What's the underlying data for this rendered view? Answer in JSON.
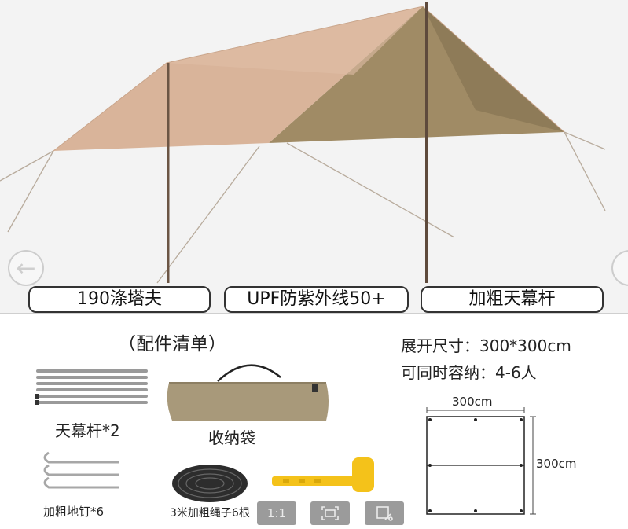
{
  "hero": {
    "image_name": "tarp-canopy-photo",
    "features": [
      "190涤塔夫",
      "UPF防紫外线50+",
      "加粗天幕杆"
    ]
  },
  "navigation": {
    "prev_icon": "left-arrow-icon",
    "next_icon": "right-arrow-icon",
    "prev_glyph": "←"
  },
  "accessories": {
    "title": "（配件清单）",
    "items": [
      {
        "label": "天幕杆*2",
        "icon": "tent-poles"
      },
      {
        "label": "收纳袋",
        "icon": "storage-bag"
      },
      {
        "label": "加粗地钉*6",
        "icon": "ground-stakes"
      },
      {
        "label": "3米加粗绳子6根",
        "icon": "rope-bundle"
      },
      {
        "label": "",
        "icon": "plastic-mallet"
      }
    ]
  },
  "specs": {
    "size": "展开尺寸：300*300cm",
    "capacity": "可同时容纳：4-6人",
    "width_label": "300cm",
    "height_label": "300cm"
  },
  "toolbar": {
    "ratio_label": "1:1",
    "fit_icon": "fit-screen-icon",
    "edit_icon": "edit-image-icon"
  },
  "colors": {
    "tarp": "#d9b49a",
    "tarp_shade": "#a08b65",
    "pole": "#6b5544"
  }
}
